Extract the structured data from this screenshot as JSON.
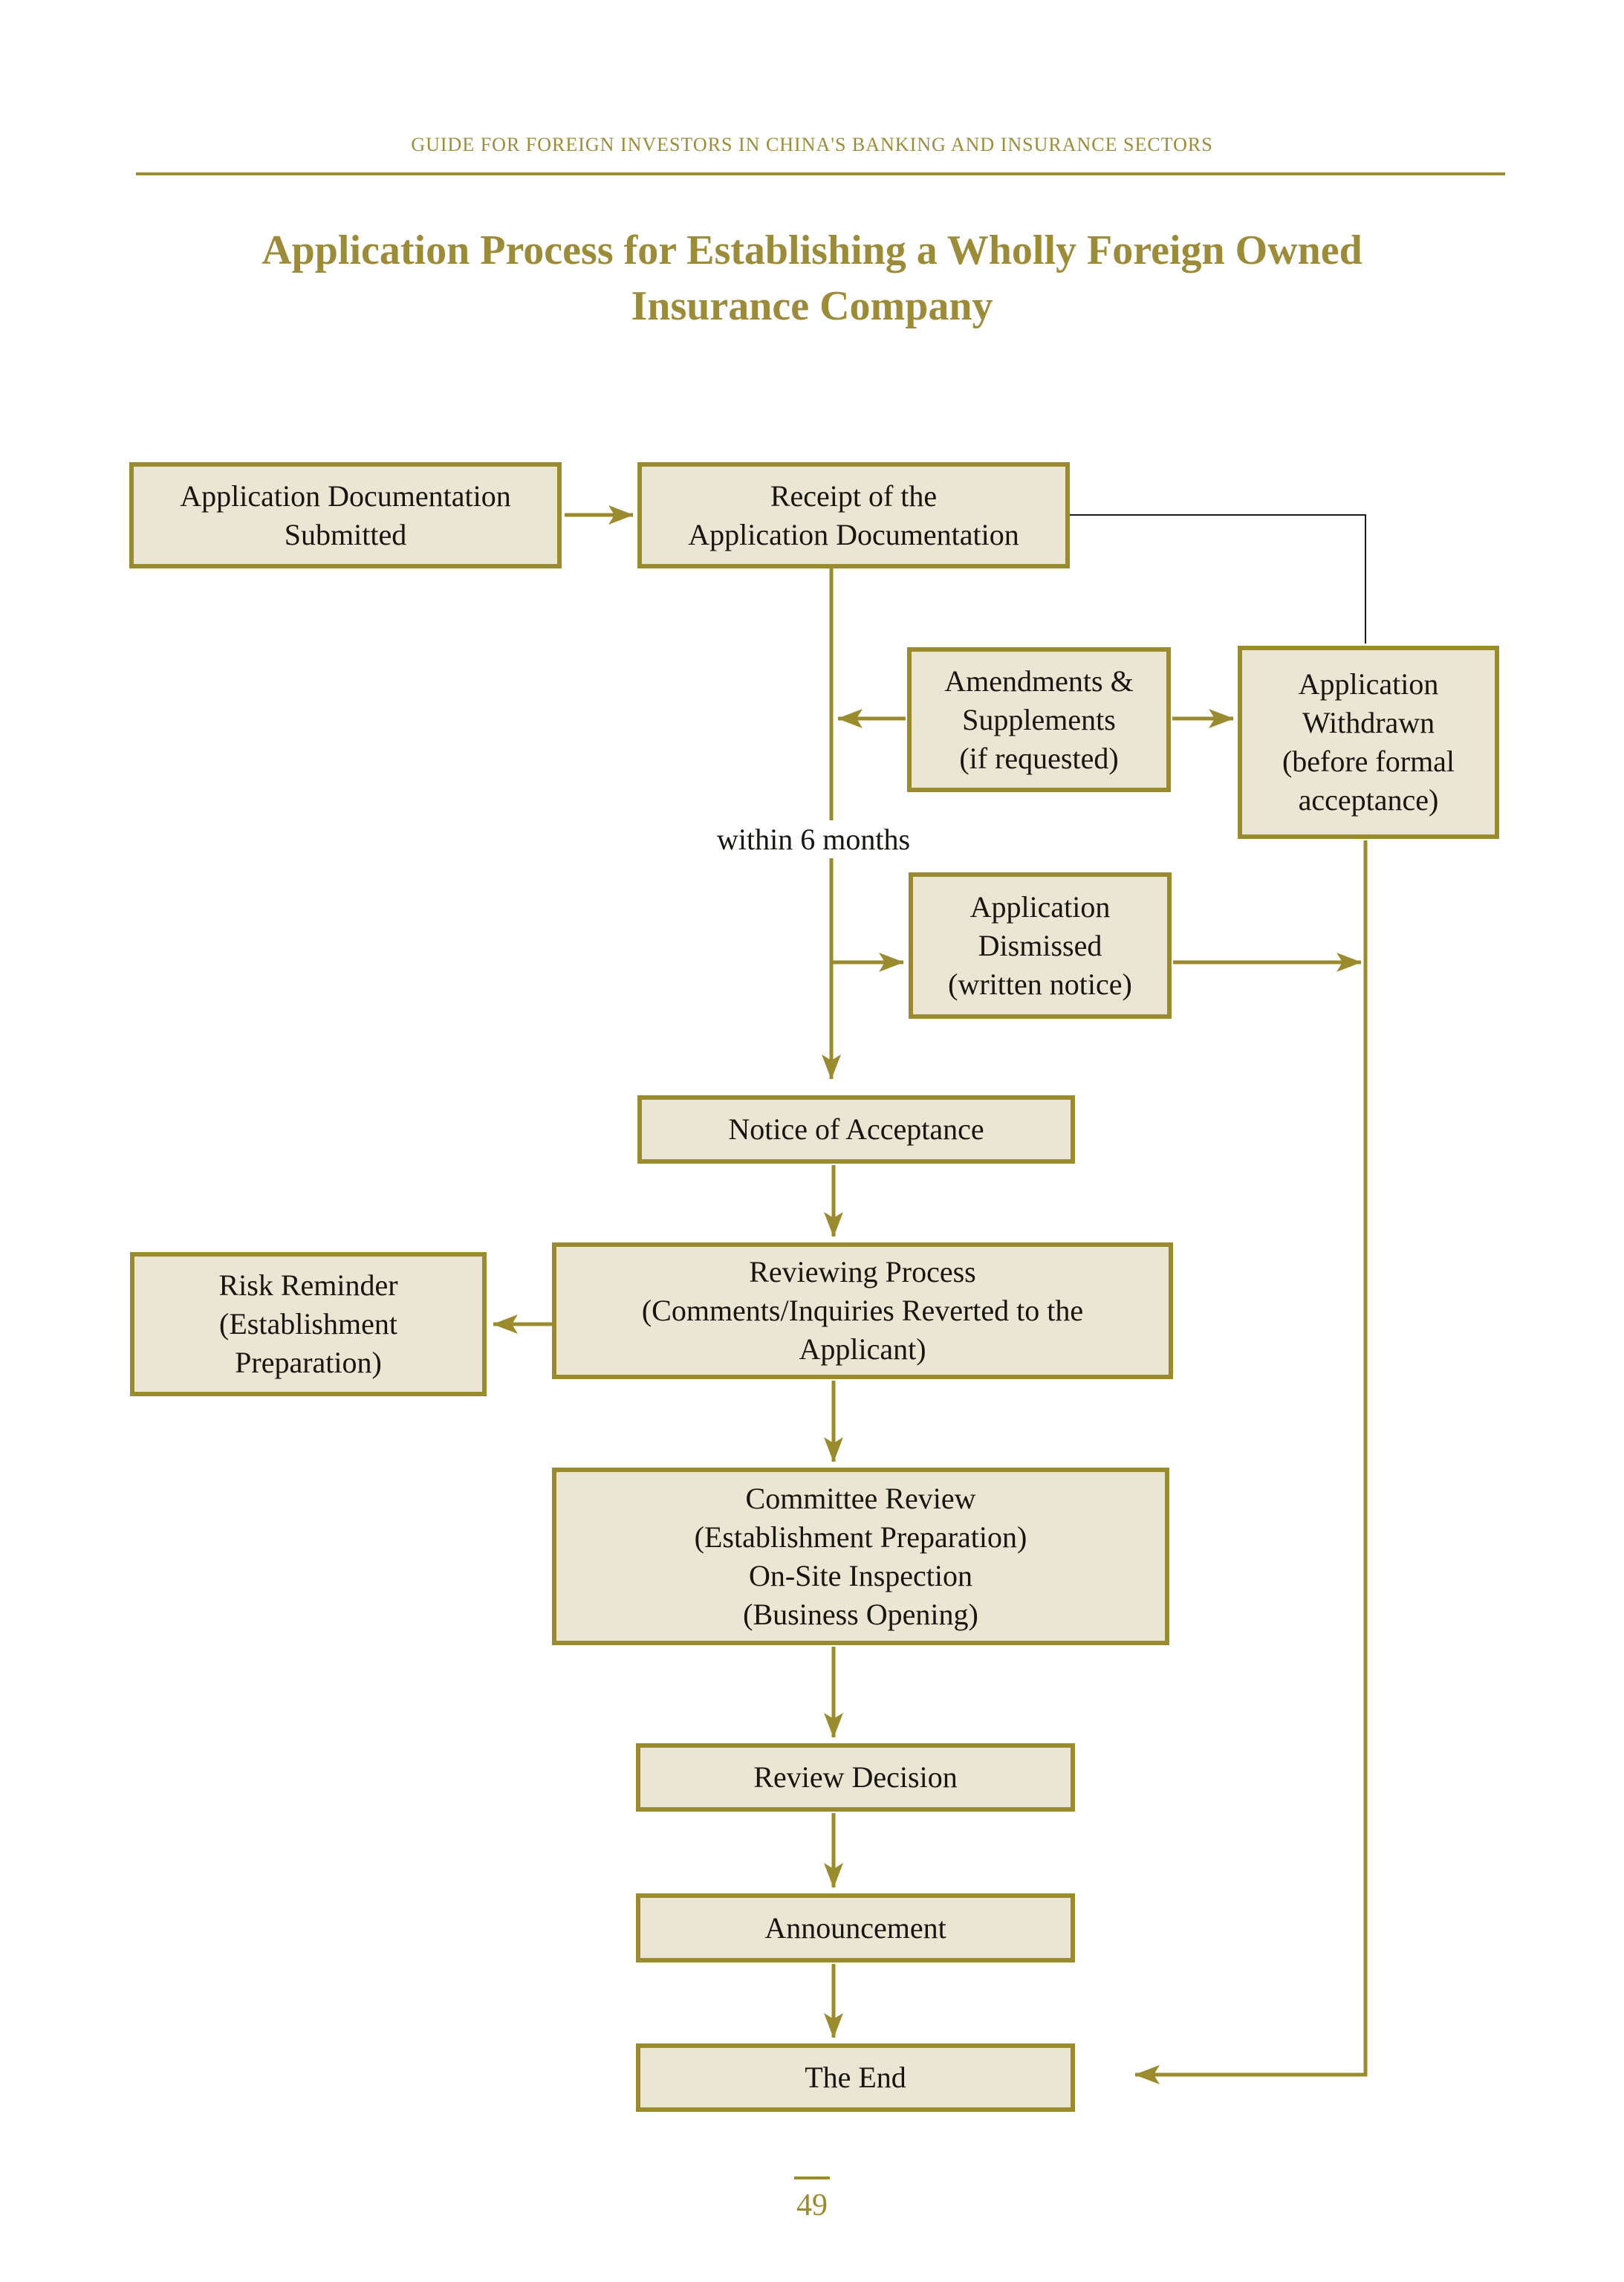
{
  "page": {
    "header": "GUIDE FOR FOREIGN INVESTORS IN CHINA'S BANKING AND INSURANCE SECTORS",
    "title": "Application Process for Establishing a Wholly Foreign Owned\nInsurance Company",
    "page_number": "49"
  },
  "colors": {
    "accent": "#9a8b2e",
    "title_text": "#9c8c3a",
    "box_fill": "#eae6d3",
    "box_border": "#9a8b2e",
    "body_text": "#17150f",
    "connector_dark": "#1c1c1c"
  },
  "flowchart": {
    "nodes": {
      "submitted": "Application Documentation\nSubmitted",
      "receipt": "Receipt of the\nApplication Documentation",
      "amendments": "Amendments &\nSupplements\n(if requested)",
      "withdrawn": "Application\nWithdrawn\n(before formal\nacceptance)",
      "dismissed": "Application\nDismissed\n(written notice)",
      "notice": "Notice of Acceptance",
      "risk": "Risk Reminder\n(Establishment\nPreparation)",
      "reviewing": "Reviewing Process\n(Comments/Inquiries Reverted to the\nApplicant)",
      "committee": "Committee Review\n(Establishment Preparation)\nOn-Site Inspection\n(Business Opening)",
      "decision": "Review Decision",
      "announcement": "Announcement",
      "the_end": "The End"
    },
    "labels": {
      "within": "within 6 months"
    }
  }
}
